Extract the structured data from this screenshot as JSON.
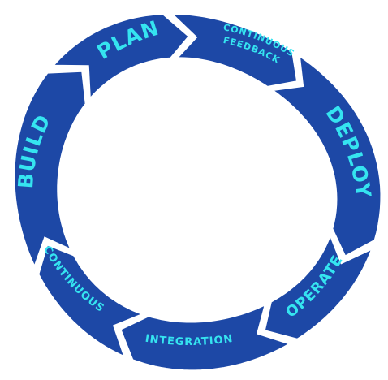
{
  "diagram": {
    "stages": [
      {
        "id": "plan",
        "label": "PLAN"
      },
      {
        "id": "continuous-feedback",
        "label_line1": "CONTINUOUS",
        "label_line2": "FEEDBACK"
      },
      {
        "id": "deploy",
        "label": "DEPLOY"
      },
      {
        "id": "operate",
        "label": "OPERATE"
      },
      {
        "id": "integration",
        "label": "INTEGRATION"
      },
      {
        "id": "continuous",
        "label": "CONTINUOUS"
      },
      {
        "id": "build",
        "label": "BUILD"
      }
    ],
    "colors": {
      "segment": "#1d48a6",
      "label": "#35e4f0",
      "background": "#ffffff"
    },
    "flow_direction": "clockwise"
  }
}
